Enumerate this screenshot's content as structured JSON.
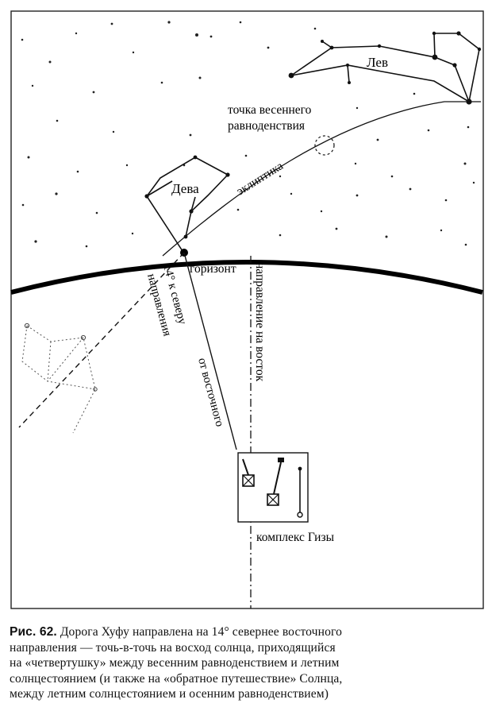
{
  "diagram": {
    "labels": {
      "leo": "Лев",
      "vernal_equinox_line1": "точка весеннего",
      "vernal_equinox_line2": "равноденствия",
      "ecliptic": "эклиптика",
      "virgo": "Дева",
      "horizon": "горизонт",
      "north_offset_line1": "14° к северу",
      "north_offset_line2": "направления",
      "north_offset_from_east": "от восточного",
      "east_direction": "направление на восток",
      "giza_complex": "комплекс Гизы"
    }
  },
  "caption": {
    "figure_number": "Рис. 62.",
    "line1": "Дорога Хуфу направлена на 14° севернее восточного",
    "line2": "направления — точь-в-точь на восход солнца, приходящийся",
    "line3": "на «четвертушку» между весенним равноденствием и летним",
    "line4": "солнцестоянием (и также на «обратное путешествие» Солнца,",
    "line5": "между летним солнцестоянием и осенним равноденствием)"
  }
}
